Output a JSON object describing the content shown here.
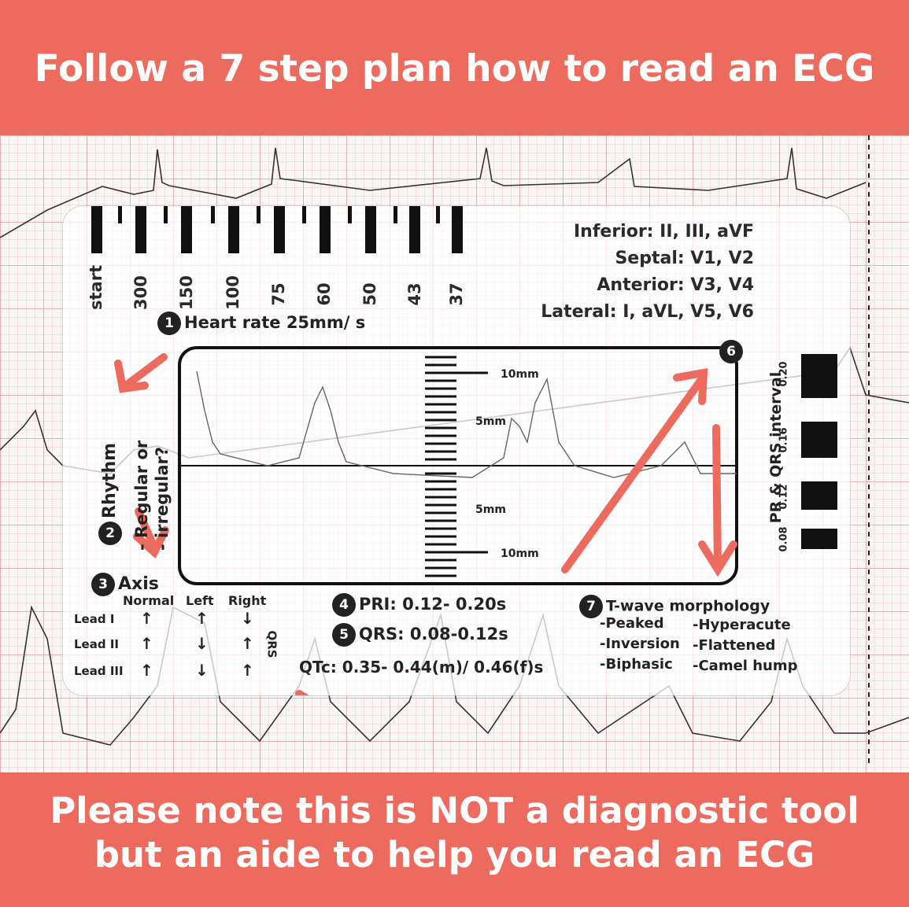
{
  "banner_top": "Follow a 7 step plan how to read an ECG",
  "banner_bottom_line1": "Please note this is NOT a diagnostic tool",
  "banner_bottom_line2": "but an aide to help you read an ECG",
  "colors": {
    "banner": "#ec6a5e",
    "grid": "#de969e",
    "ink": "#222222"
  },
  "ruler_labels": [
    "start",
    "300",
    "150",
    "100",
    "75",
    "60",
    "50",
    "43",
    "37"
  ],
  "step1": {
    "number": "1",
    "label": "Heart rate 25mm/ s"
  },
  "step2": {
    "number": "2",
    "label": "Rhythm",
    "line1": "- Regular or",
    "line2": "- irregular?"
  },
  "step3": {
    "number": "3",
    "label": "Axis"
  },
  "axis_table": {
    "headers": [
      "Normal",
      "Left",
      "Right"
    ],
    "rows": [
      {
        "lead": "Lead I",
        "normal": "↑",
        "left": "↑",
        "right": "↓"
      },
      {
        "lead": "Lead II",
        "normal": "↑",
        "left": "↓",
        "right": "↑"
      },
      {
        "lead": "Lead III",
        "normal": "↑",
        "left": "↓",
        "right": "↑"
      }
    ],
    "side_label": "QRS"
  },
  "step4": {
    "number": "4",
    "label": "PRI: 0.12- 0.20s"
  },
  "step5": {
    "number": "5",
    "label": "QRS: 0.08-0.12s"
  },
  "qtc": "QTc: 0.35- 0.44(m)/ 0.46(f)s",
  "step6": {
    "number": "6"
  },
  "step7": {
    "number": "7",
    "label": "T-wave morphology"
  },
  "t_wave_items": [
    "-Peaked",
    "-Hyperacute",
    "-Inversion",
    "-Flattened",
    "-Biphasic",
    "-Camel hump"
  ],
  "leads": [
    "Inferior: II, III, aVF",
    "Septal: V1, V2",
    "Anterior: V3, V4",
    "Lateral: I, aVL, V5, V6"
  ],
  "mm_labels": {
    "top10": "10mm",
    "top5": "5mm",
    "bottom5": "5mm",
    "bottom10": "10mm"
  },
  "interval": {
    "title": "PR & QRS interval",
    "values": [
      "0.20",
      "0.16",
      "0.12",
      "0.08"
    ]
  }
}
